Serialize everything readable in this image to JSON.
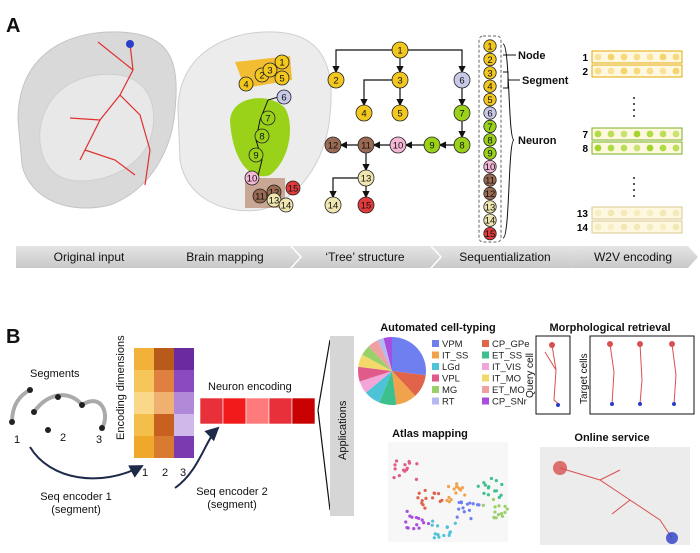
{
  "panels": {
    "a": "A",
    "b": "B"
  },
  "pipeline": [
    "Original input",
    "Brain mapping",
    "‘Tree’ structure",
    "Sequentialization",
    "W2V encoding"
  ],
  "tree": {
    "nodes": [
      "1",
      "2",
      "3",
      "4",
      "5",
      "6",
      "7",
      "8",
      "9",
      "10",
      "11",
      "12",
      "13",
      "14",
      "15"
    ]
  },
  "sequence": {
    "items": [
      "1",
      "2",
      "3",
      "4",
      "5",
      "6",
      "7",
      "8",
      "9",
      "10",
      "11",
      "12",
      "13",
      "14",
      "15"
    ],
    "labels": {
      "node": "Node",
      "segment": "Segment",
      "neuron": "Neuron"
    }
  },
  "w2v": {
    "row_labels": [
      "1",
      "2",
      "7",
      "8",
      "13",
      "14"
    ]
  },
  "encoding": {
    "segments_label": "Segments",
    "segment_numbers": [
      "1",
      "2",
      "3"
    ],
    "dims_label": "Encoding dimensions",
    "dim_numbers": [
      "1",
      "2",
      "3"
    ],
    "neuron_label": "Neuron encoding",
    "encoder1": [
      "Seq encoder 1",
      "(segment)"
    ],
    "encoder2": [
      "Seq encoder 2",
      "(segment)"
    ]
  },
  "applications": {
    "label": "Applications",
    "cell_typing": {
      "title": "Automated cell-typing",
      "legend": [
        {
          "label": "VPM",
          "color": "#6f7ff0"
        },
        {
          "label": "CP_GPe",
          "color": "#e0634a"
        },
        {
          "label": "IT_SS",
          "color": "#f0a34c"
        },
        {
          "label": "ET_SS",
          "color": "#3ec08e"
        },
        {
          "label": "LGd",
          "color": "#4ec3d8"
        },
        {
          "label": "IT_VIS",
          "color": "#f2a6d8"
        },
        {
          "label": "VPL",
          "color": "#e05a8a"
        },
        {
          "label": "IT_MO",
          "color": "#f3d86a"
        },
        {
          "label": "MG",
          "color": "#9ad06a"
        },
        {
          "label": "ET_MO",
          "color": "#f0a0a0"
        },
        {
          "label": "RT",
          "color": "#b5b9f0"
        },
        {
          "label": "CP_SNr",
          "color": "#a84de0"
        }
      ]
    },
    "retrieval": {
      "title": "Morphological retrieval",
      "query": "Query cell",
      "target": "Target cells"
    },
    "atlas": {
      "title": "Atlas mapping"
    },
    "online": {
      "title": "Online service"
    }
  }
}
